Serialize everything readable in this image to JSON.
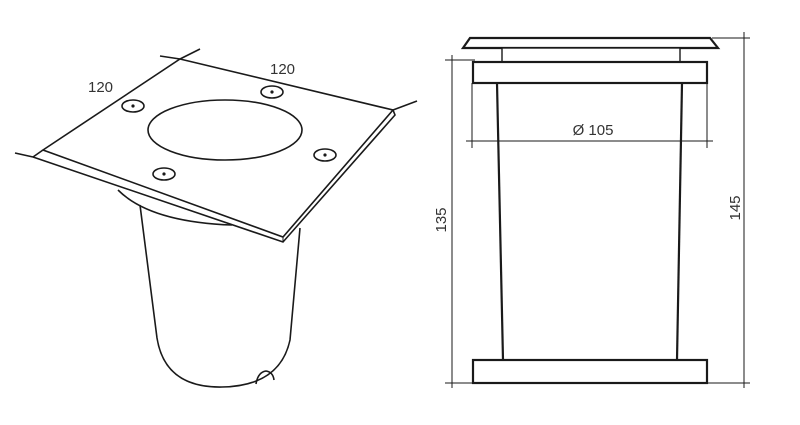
{
  "perspective_view": {
    "width_label": "120",
    "depth_label": "120"
  },
  "side_view": {
    "diameter_label": "Ø 105",
    "body_height_label": "135",
    "total_height_label": "145"
  }
}
